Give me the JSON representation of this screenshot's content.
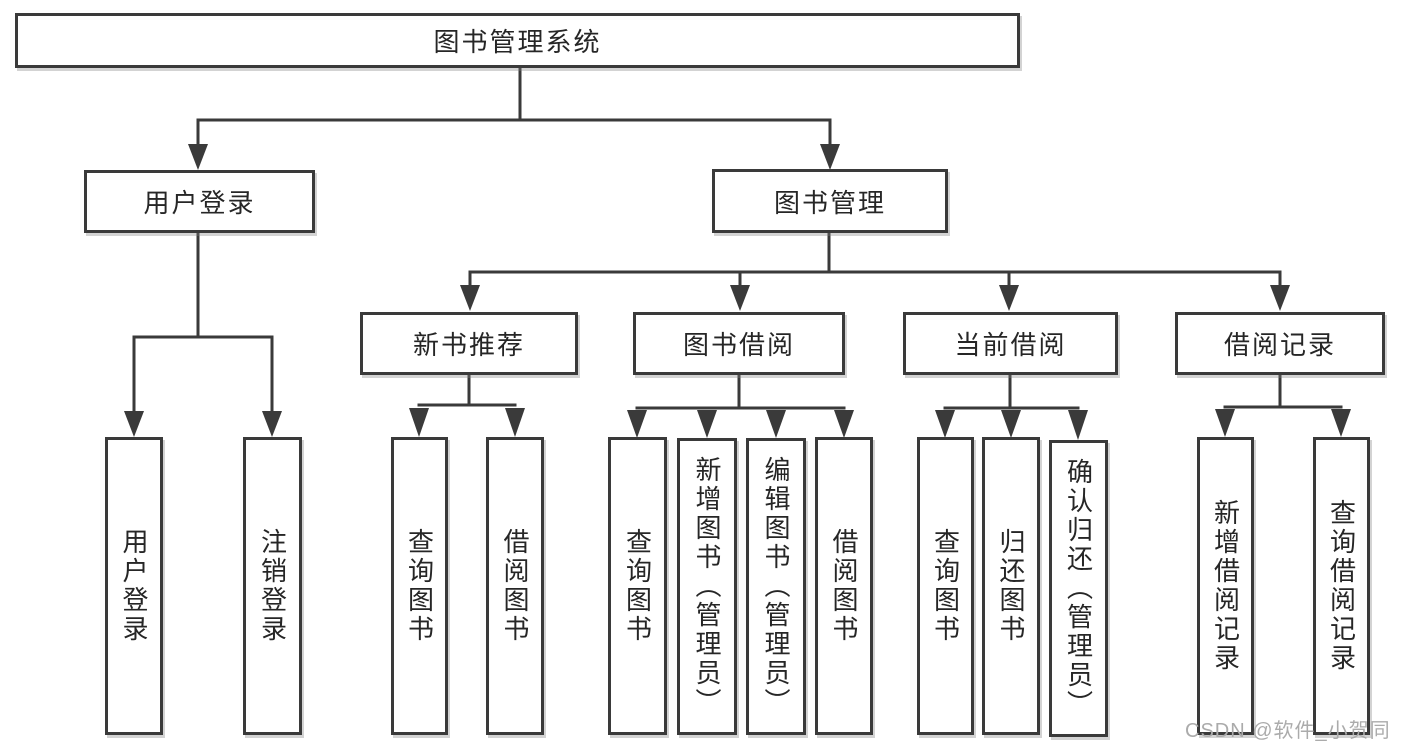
{
  "diagram": {
    "root": {
      "label": "图书管理系统"
    },
    "level2": {
      "user_login": {
        "label": "用户登录"
      },
      "book_mgmt": {
        "label": "图书管理"
      }
    },
    "level3": {
      "new_book": {
        "label": "新书推荐"
      },
      "borrow": {
        "label": "图书借阅"
      },
      "current": {
        "label": "当前借阅"
      },
      "records": {
        "label": "借阅记录"
      }
    },
    "leaves": {
      "user_login": [
        "用户登录",
        "注销登录"
      ],
      "new_book": [
        "查询图书",
        "借阅图书"
      ],
      "borrow": [
        "查询图书",
        "新增图书（管理员）",
        "编辑图书（管理员）",
        "借阅图书"
      ],
      "current": [
        "查询图书",
        "归还图书",
        "确认归还（管理员）"
      ],
      "records": [
        "新增借阅记录",
        "查询借阅记录"
      ]
    }
  },
  "watermark": {
    "text": "CSDN @软件_小贺同学",
    "color": "#ababab"
  },
  "colors": {
    "line": "#3a3a3a",
    "text": "#262626",
    "box_background": "#ffffff",
    "page_background": "#ffffff",
    "shadow": "#8a8a8a"
  }
}
